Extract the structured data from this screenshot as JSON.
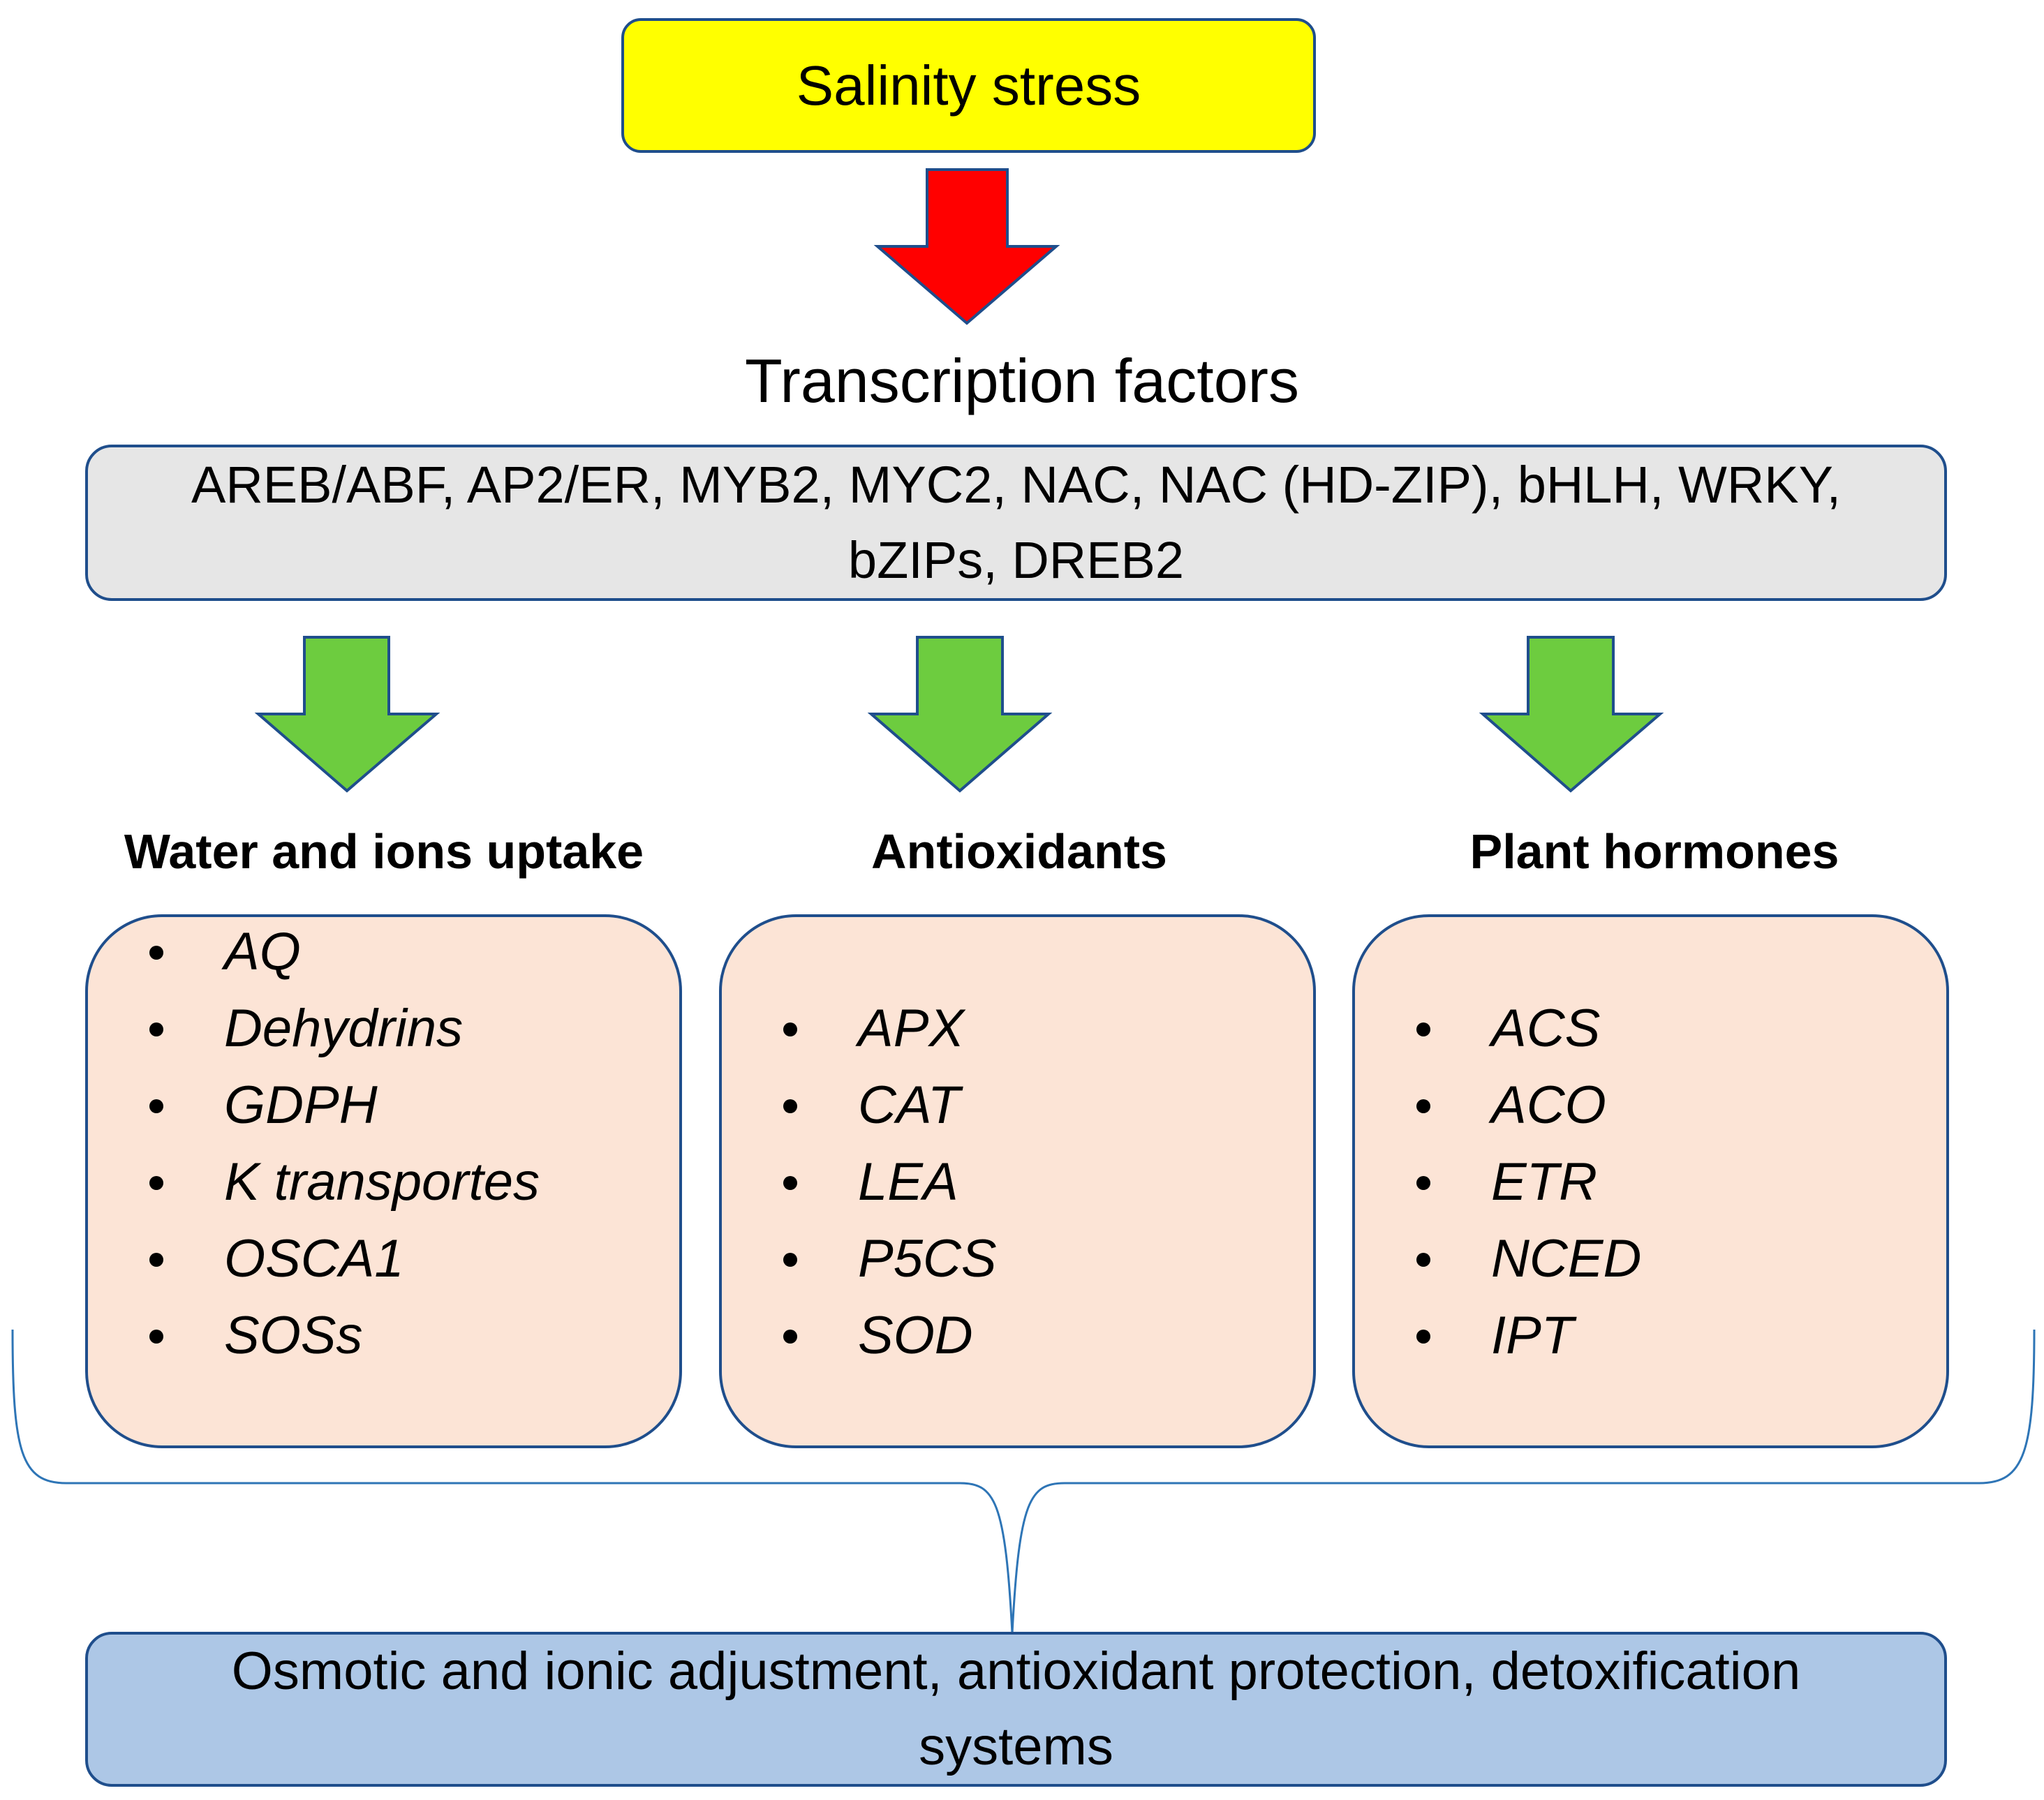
{
  "top": {
    "label": "Salinity stress"
  },
  "tf": {
    "title": "Transcription factors",
    "list_line1": "AREB/ABF, AP2/ER, MYB2, MYC2, NAC, NAC (HD-ZIP), bHLH, WRKY,",
    "list_line2": "bZIPs, DREB2"
  },
  "columns": [
    {
      "title": "Water and ions uptake",
      "genes": [
        "AQ",
        "Dehydrins",
        "GDPH",
        "K transportes",
        "OSCA1",
        "SOSs"
      ]
    },
    {
      "title": "Antioxidants",
      "genes": [
        "APX",
        "CAT",
        "LEA",
        "P5CS",
        "SOD"
      ]
    },
    {
      "title": "Plant hormones",
      "genes": [
        "ACS",
        "ACO",
        "ETR",
        "NCED",
        "IPT"
      ]
    }
  ],
  "bottom": {
    "line1": "Osmotic and ionic adjustment, antioxidant protection, detoxification",
    "line2": "systems"
  },
  "colors": {
    "stress_box": "#ffff00",
    "stress_arrow": "#ff0000",
    "tf_box": "#e6e6e6",
    "branch_arrows": "#6dcc3f",
    "gene_boxes": "#fce4d6",
    "outcome_box": "#adc7e6",
    "outline": "#1f4e8c"
  }
}
